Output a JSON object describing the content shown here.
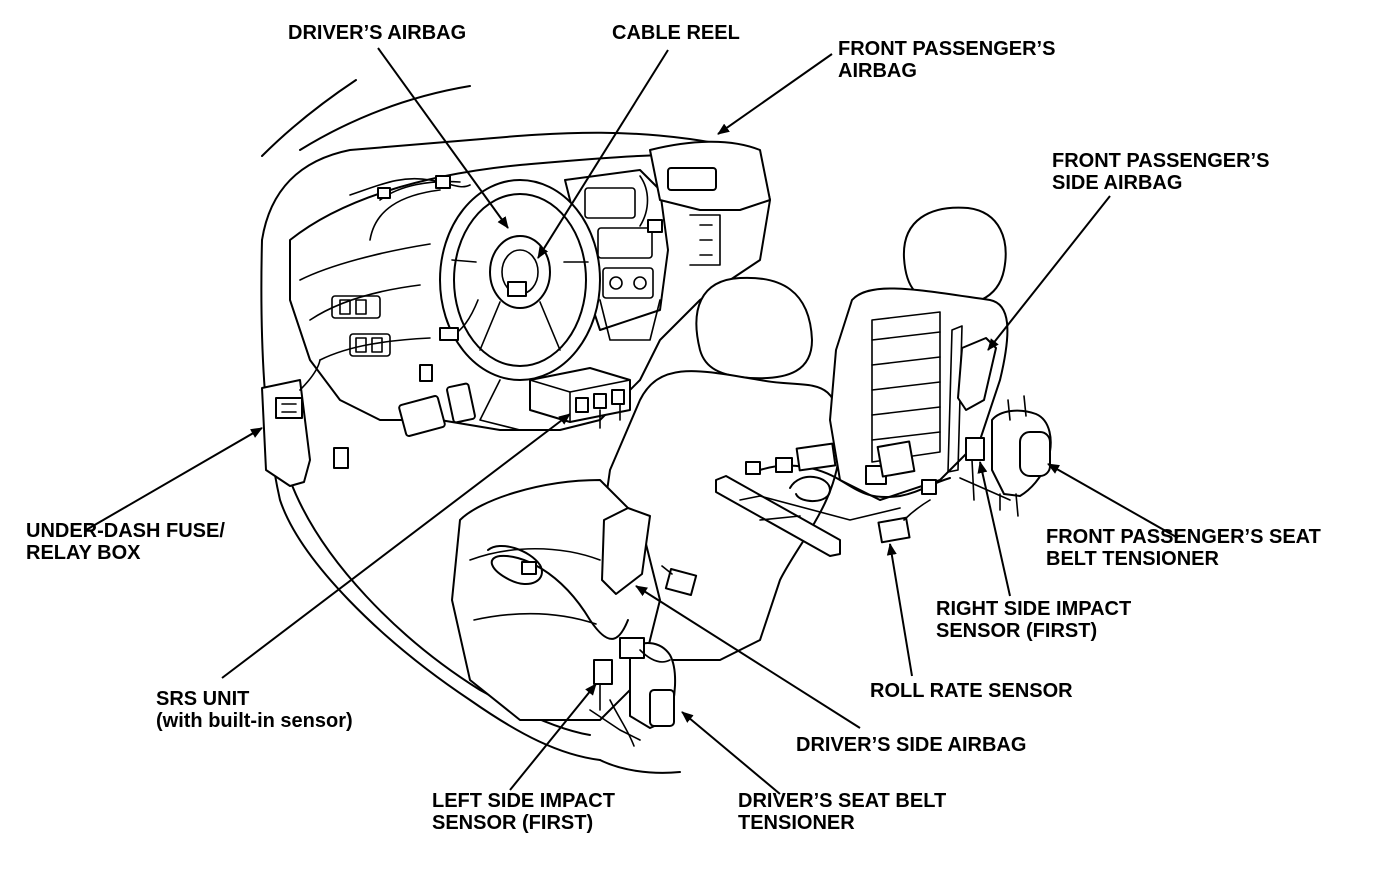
{
  "colors": {
    "ink": "#000000",
    "background": "#ffffff"
  },
  "labels": {
    "drivers_airbag": "DRIVER’S AIRBAG",
    "cable_reel": "CABLE REEL",
    "front_passengers_airbag_1": "FRONT PASSENGER’S",
    "front_passengers_airbag_2": "AIRBAG",
    "front_passengers_side_airbag_1": "FRONT PASSENGER’S",
    "front_passengers_side_airbag_2": "SIDE AIRBAG",
    "under_dash_fuse_1": "UNDER-DASH FUSE/",
    "under_dash_fuse_2": "RELAY BOX",
    "passenger_belt_tensioner_1": "FRONT PASSENGER’S SEAT",
    "passenger_belt_tensioner_2": "BELT TENSIONER",
    "right_side_impact_1": "RIGHT SIDE IMPACT",
    "right_side_impact_2": "SENSOR (FIRST)",
    "srs_unit_1": "SRS UNIT",
    "srs_unit_2": "(with built-in sensor)",
    "roll_rate_sensor": "ROLL RATE SENSOR",
    "drivers_side_airbag": "DRIVER’S SIDE AIRBAG",
    "left_side_impact_1": "LEFT SIDE IMPACT",
    "left_side_impact_2": "SENSOR (FIRST)",
    "drivers_belt_tensioner_1": "DRIVER’S SEAT BELT",
    "drivers_belt_tensioner_2": "TENSIONER"
  }
}
